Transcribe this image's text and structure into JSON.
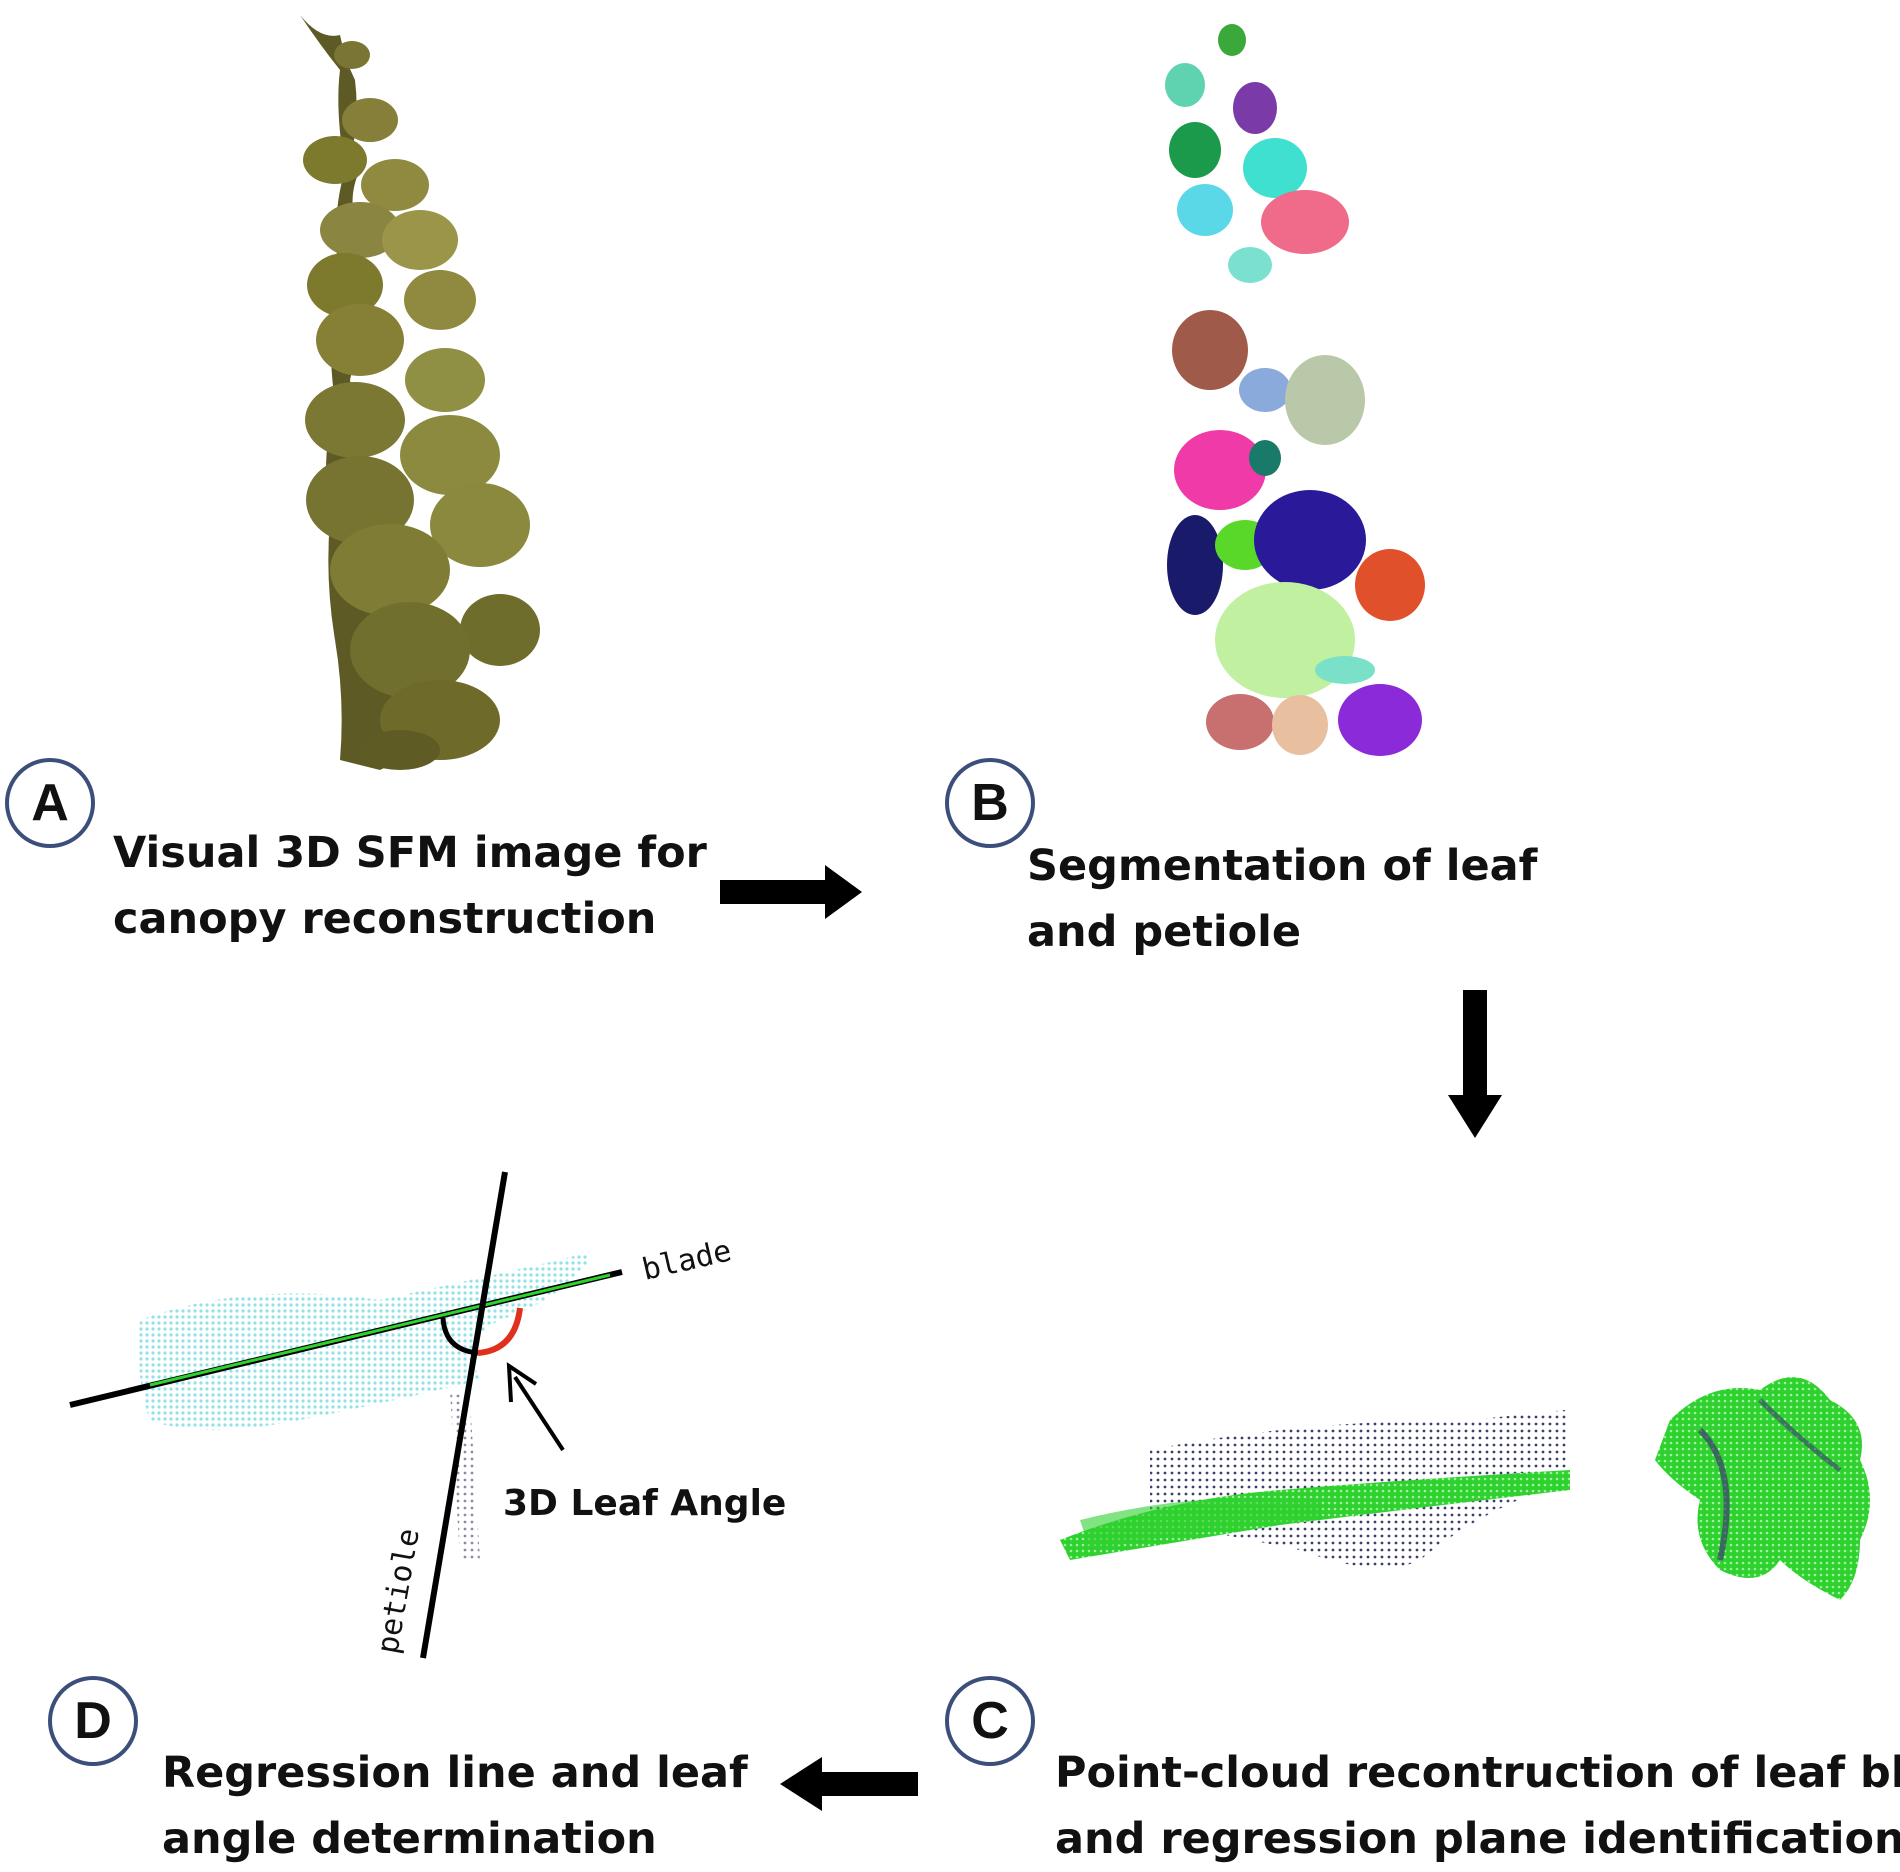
{
  "panels": {
    "a": {
      "badge": "A",
      "line1": "Visual 3D SFM image for",
      "line2": "canopy reconstruction"
    },
    "b": {
      "badge": "B",
      "line1": "Segmentation of leaf",
      "line2": "and petiole"
    },
    "c": {
      "badge": "C",
      "line1": "Point-cloud recontruction of leaf blade",
      "line2": "and regression plane identification"
    },
    "d": {
      "badge": "D",
      "line1": "Regression line and leaf",
      "line2": "angle determination"
    }
  },
  "annotations": {
    "blade": "blade",
    "petiole": "petiole",
    "leaf_angle": "3D Leaf Angle"
  },
  "colors": {
    "badge_border": "#3b4f7a",
    "plant": "#7d7a2e",
    "blade_cloud": "#8fe3e8",
    "regression": "#2fd12f",
    "angle_red": "#e0301e",
    "points_dark": "#3b3f6e"
  }
}
